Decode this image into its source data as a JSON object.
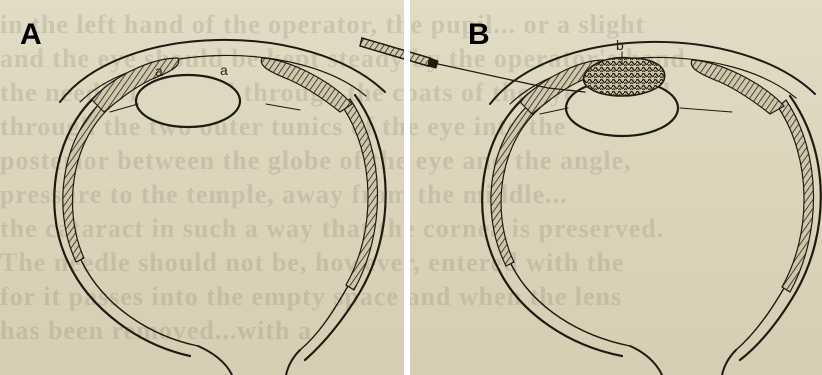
{
  "panels": [
    {
      "label": "A",
      "parts": [
        "a",
        "a"
      ]
    },
    {
      "label": "B",
      "parts": [
        "b"
      ]
    }
  ],
  "background_text": [
    "in the left hand of the operator, the pupil... or a slight",
    "and the eye should be kept steady by the operator's hand",
    "the needle is passed through the coats of the eye beyond",
    "through the two outer tunics of the eye into the",
    "posterior between the globe of the eye and the angle,",
    "pressure to the temple, away from the middle...",
    "the cataract in such a way that the cornea is preserved.",
    "The needle should not be, however, entered with the",
    "for it passes into the empty space and when the lens",
    "has been removed...with a"
  ],
  "colors": {
    "paper": "#dcd5bc",
    "ink": "#1f1a12",
    "divider": "#ffffff"
  }
}
